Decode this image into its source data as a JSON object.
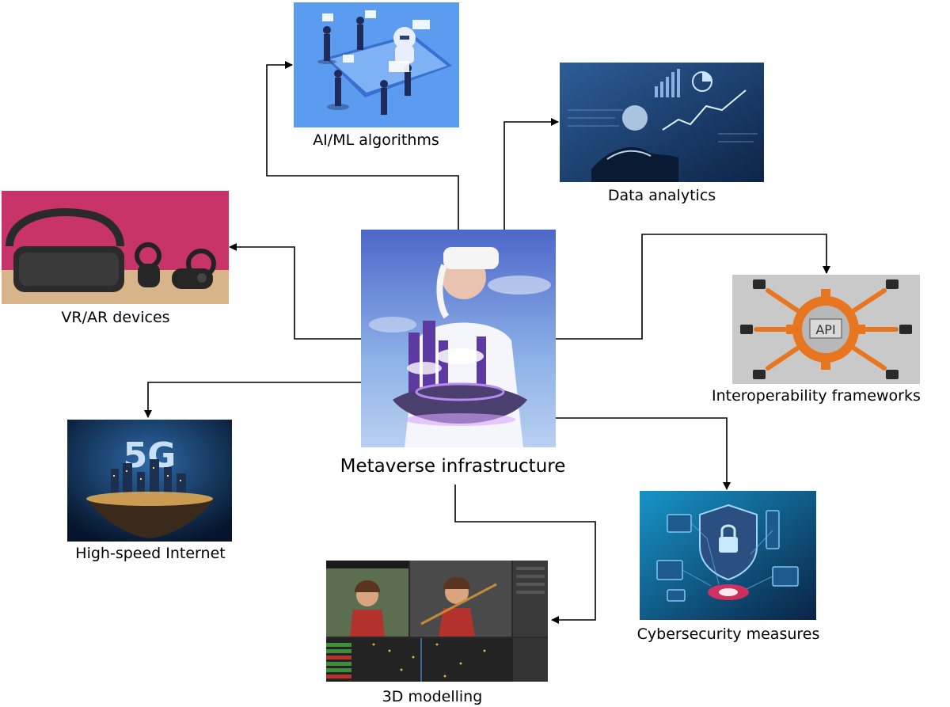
{
  "center": {
    "label": "Metaverse infrastructure",
    "image_icon": "vr-headset-person-city-image"
  },
  "nodes": [
    {
      "key": "ai_ml",
      "label": "AI/ML algorithms",
      "image_icon": "ai-robot-people-image"
    },
    {
      "key": "data_analytics",
      "label": "Data analytics",
      "image_icon": "hand-holding-charts-image"
    },
    {
      "key": "vr_ar",
      "label": "VR/AR devices",
      "image_icon": "vr-headset-controllers-image"
    },
    {
      "key": "interop",
      "label": "Interoperability frameworks",
      "image_icon": "api-gear-plugs-image"
    },
    {
      "key": "internet",
      "label": "High-speed Internet",
      "image_icon": "5g-floating-city-image"
    },
    {
      "key": "cyber",
      "label": "Cybersecurity measures",
      "image_icon": "shield-lock-devices-image"
    },
    {
      "key": "modelling",
      "label": "3D modelling",
      "image_icon": "3d-software-character-image"
    }
  ],
  "image_text": {
    "internet_badge": "5G",
    "interop_badge": "API"
  },
  "colors": {
    "connector": "#000000",
    "ai_bg": "#5b9bf0",
    "data_bg": "#1b3f72",
    "vr_bg": "#c8346a",
    "interop_gear": "#e8751f",
    "internet_bg": "#0f2a4a",
    "cyber_bg": "#0b2f5a",
    "center_bg": "#4d67c9"
  }
}
